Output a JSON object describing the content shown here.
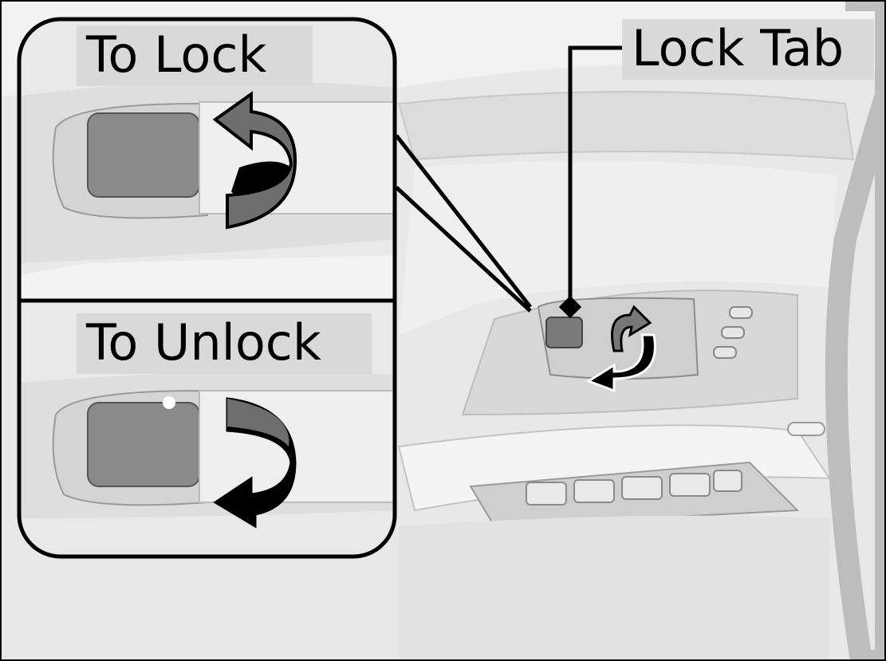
{
  "labels": {
    "to_lock": "To Lock",
    "to_unlock": "To Unlock",
    "lock_tab": "Lock Tab"
  },
  "colors": {
    "background": "#e6e6e6",
    "panel": "#d0d0d0",
    "outline": "#000000",
    "label_bg": "#d9d9d9"
  }
}
